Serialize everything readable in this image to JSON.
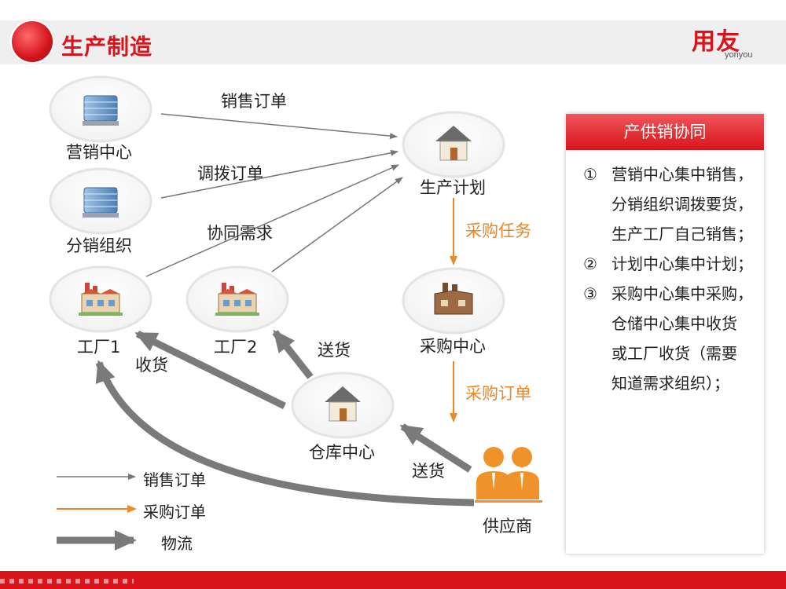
{
  "header": {
    "title": "生产制造"
  },
  "logo": {
    "text_cn": "用友",
    "text_en": "yonyou"
  },
  "colors": {
    "brand": "#d9141b",
    "orange": "#e8892a",
    "gray_arrow": "#777777"
  },
  "nodes": {
    "marketing_center": {
      "label": "营销中心",
      "icon": "office-building-icon"
    },
    "distribution_org": {
      "label": "分销组织",
      "icon": "office-building-icon"
    },
    "factory1": {
      "label": "工厂1",
      "icon": "factory-icon"
    },
    "factory2": {
      "label": "工厂2",
      "icon": "factory-icon"
    },
    "production_plan": {
      "label": "生产计划",
      "icon": "house-icon"
    },
    "purchasing_center": {
      "label": "采购中心",
      "icon": "factory-building-icon"
    },
    "warehouse_center": {
      "label": "仓库中心",
      "icon": "house-icon"
    },
    "supplier": {
      "label": "供应商",
      "icon": "people-icon"
    }
  },
  "edges": {
    "sales_order": "销售订单",
    "transfer_order": "调拨订单",
    "collab_demand": "协同需求",
    "purchase_task": "采购任务",
    "purchase_order": "采购订单",
    "deliver1": "送货",
    "deliver2": "送货",
    "receive": "收货"
  },
  "legend": [
    {
      "label": "销售订单",
      "style": "thin-gray-arrow"
    },
    {
      "label": "采购订单",
      "style": "orange-arrow"
    },
    {
      "label": "物流",
      "style": "thick-gray-arrow"
    }
  ],
  "panel": {
    "title": "产供销协同",
    "items": [
      {
        "num": "①",
        "lines": [
          "营销中心集中销售，",
          "分销组织调拨要货，",
          "生产工厂自己销售；"
        ]
      },
      {
        "num": "②",
        "lines": [
          "计划中心集中计划；"
        ]
      },
      {
        "num": "③",
        "lines": [
          "采购中心集中采购，",
          "仓储中心集中收货",
          "或工厂收货（需要",
          "知道需求组织）；"
        ]
      }
    ]
  }
}
